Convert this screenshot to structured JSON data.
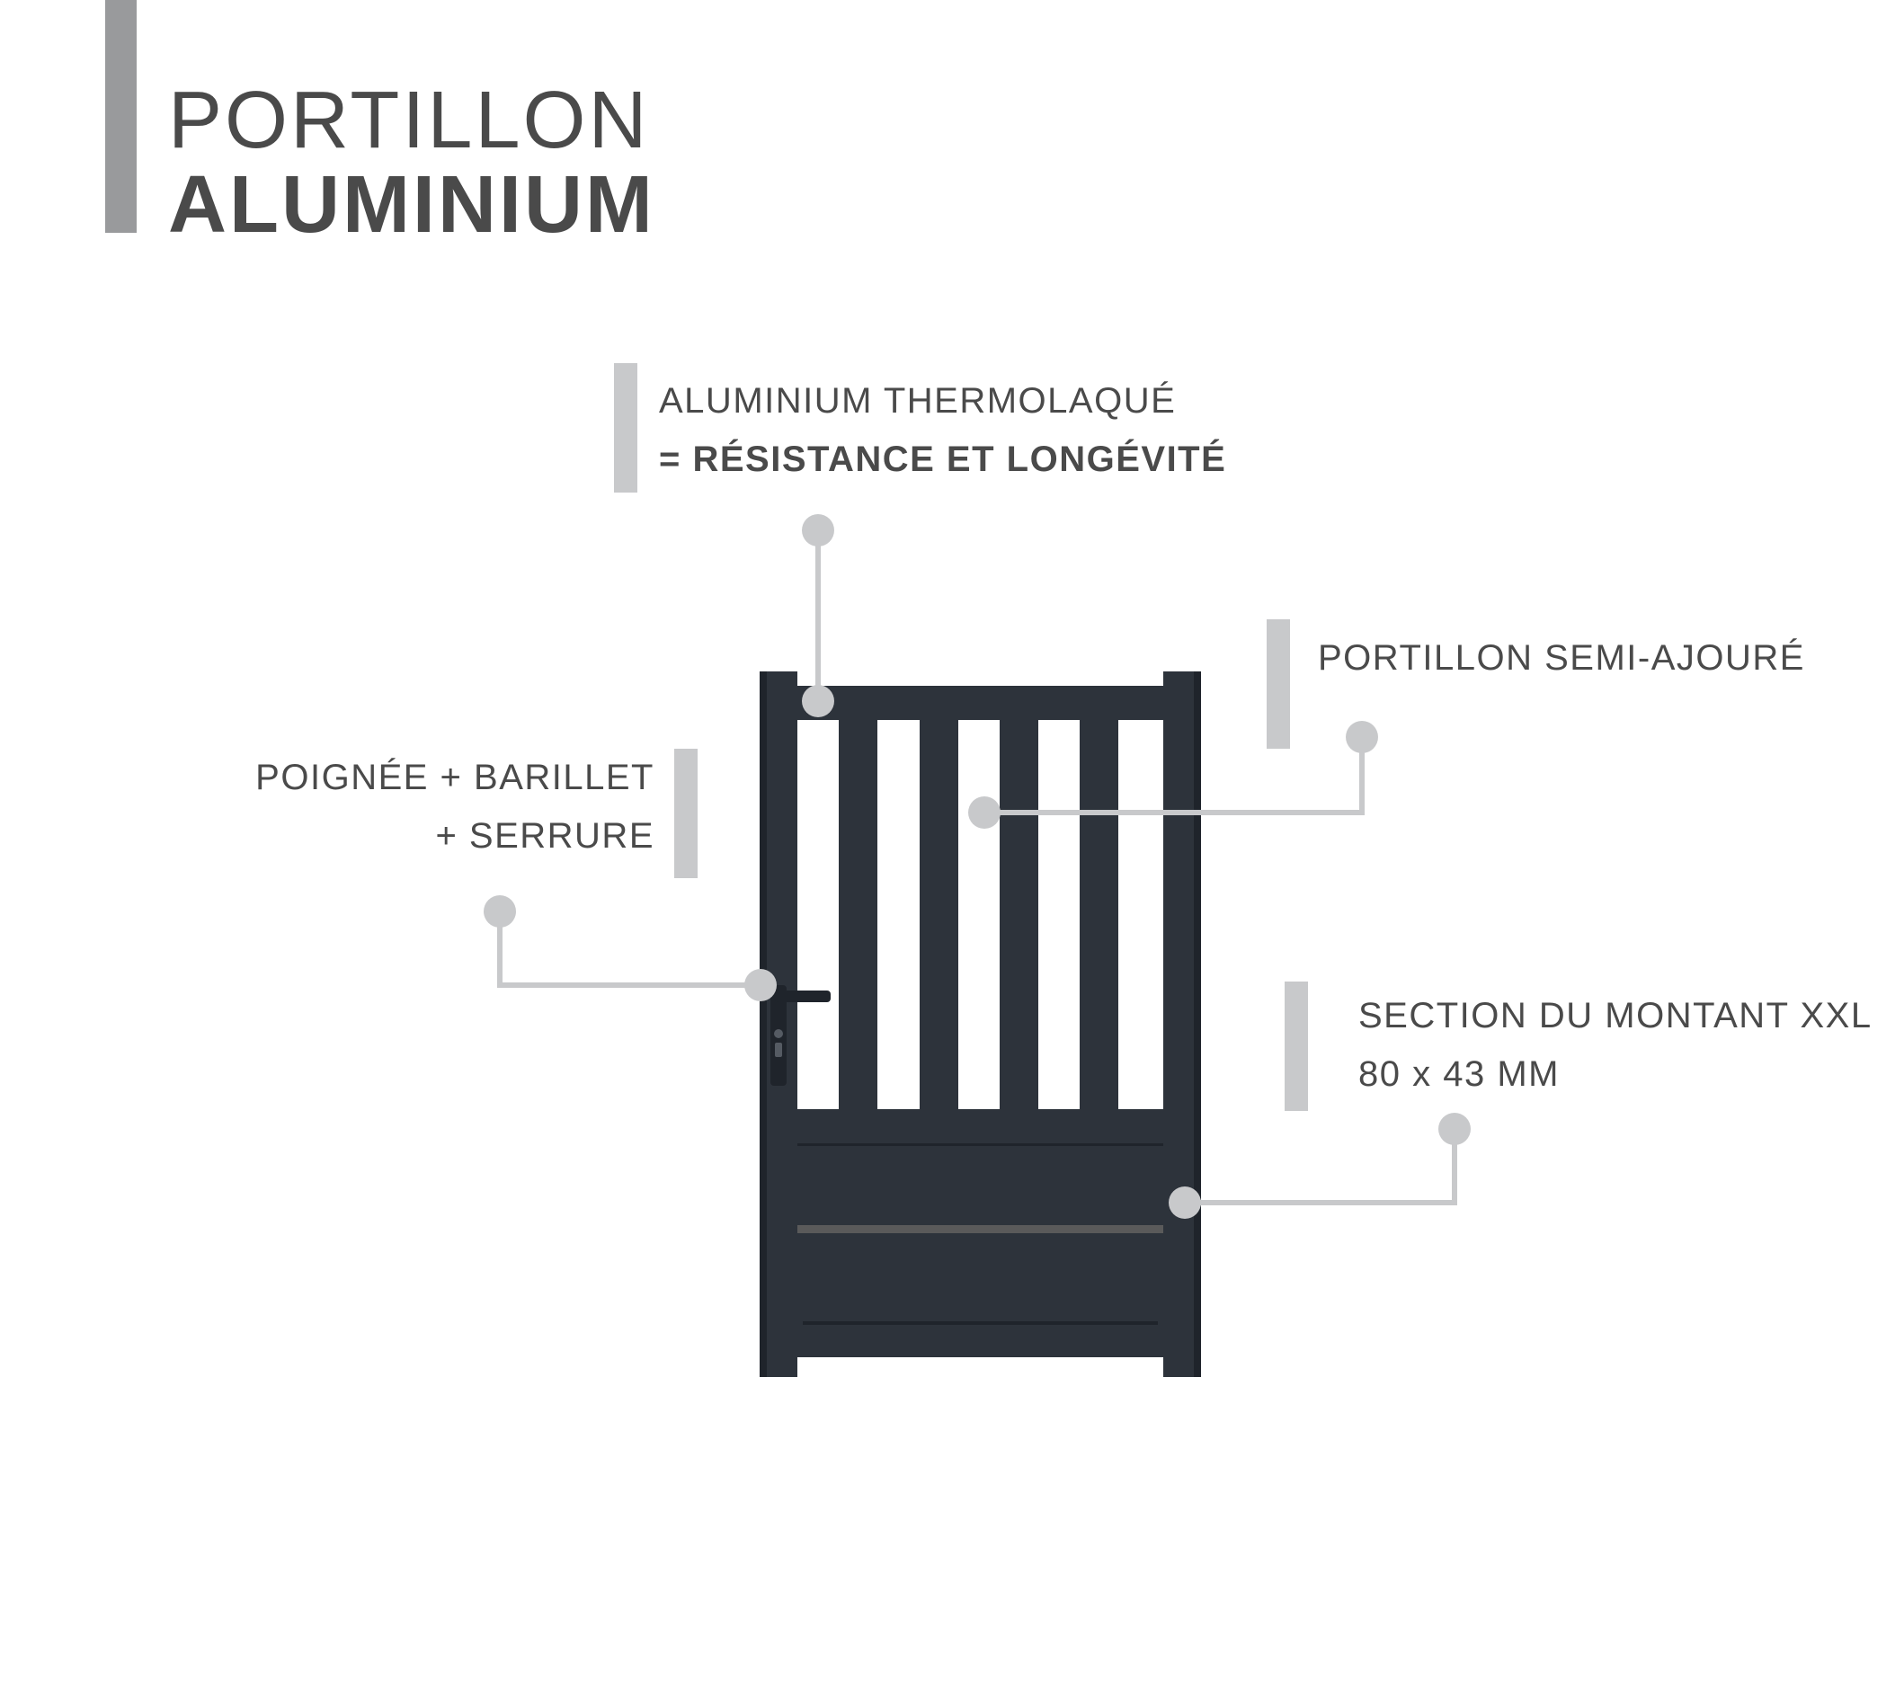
{
  "title": {
    "line1": "PORTILLON",
    "line2": "ALUMINIUM"
  },
  "callouts": {
    "material": {
      "line1": "ALUMINIUM THERMOLAQUÉ",
      "line2": "= RÉSISTANCE ET LONGÉVITÉ"
    },
    "style": {
      "line1": "PORTILLON SEMI-AJOURÉ"
    },
    "handle": {
      "line1": "POIGNÉE + BARILLET",
      "line2": "+ SERRURE"
    },
    "section": {
      "line1": "SECTION DU MONTANT XXL",
      "line2": "80 x 43 MM"
    }
  },
  "colors": {
    "title_text": "#4a4a4a",
    "title_bar": "#999a9c",
    "callout_text": "#4a4a4a",
    "callout_bar": "#c8c9cb",
    "leader": "#c8c9cb",
    "gate": "#2d333b",
    "gate_shadow": "#1f242b",
    "rail_accent": "#5a5a5a"
  }
}
